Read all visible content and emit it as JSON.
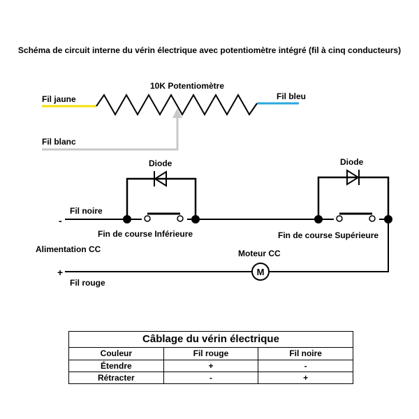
{
  "diagram": {
    "title": "Schéma de circuit interne du vérin électrique avec potentiomètre intégré (fil à cinq conducteurs)",
    "potentiometer_label": "10K Potentiomètre",
    "wire_yellow_label": "Fil jaune",
    "wire_blue_label": "Fil bleu",
    "wire_white_label": "Fil blanc",
    "wire_black_label": "Fil noire",
    "wire_red_label": "Fil rouge",
    "minus_sign": "-",
    "plus_sign": "+",
    "power_label": "Alimentation CC",
    "motor_label": "Moteur CC",
    "motor_symbol": "M",
    "diode_left_label": "Diode",
    "diode_right_label": "Diode",
    "limit_lower_label": "Fin de course Inférieure",
    "limit_upper_label": "Fin de course Supérieure",
    "colors": {
      "yellow": "#f2e20a",
      "blue": "#2aa7df",
      "white_wire": "#c8c8c8",
      "line": "#000000"
    }
  },
  "table": {
    "title": "Câblage du vérin électrique",
    "headers": [
      "Couleur",
      "Fil rouge",
      "Fil noire"
    ],
    "rows": [
      {
        "action": "Étendre",
        "red": "+",
        "black": "-"
      },
      {
        "action": "Rétracter",
        "red": "-",
        "black": "+"
      }
    ]
  }
}
